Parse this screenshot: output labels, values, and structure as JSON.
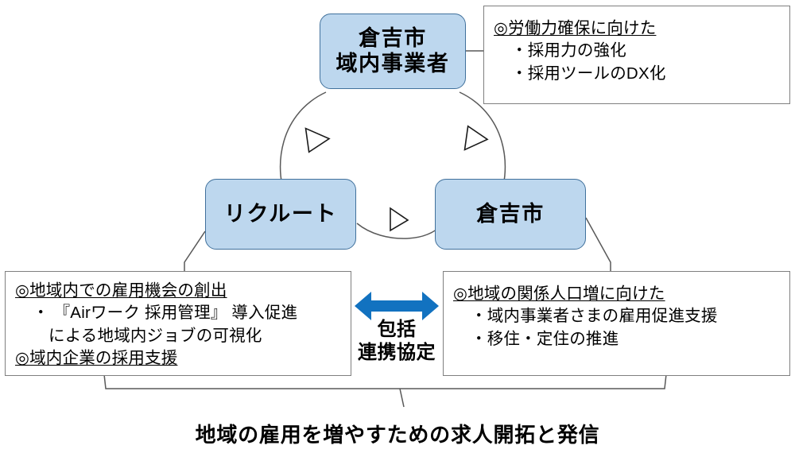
{
  "nodes": {
    "businesses": {
      "line1": "倉吉市",
      "line2": "域内事業者"
    },
    "recruit": {
      "line1": "リクルート"
    },
    "city": {
      "line1": "倉吉市"
    }
  },
  "details": {
    "top_right": {
      "heading": "◎労働力確保に向けた",
      "bullets": [
        "・採用力の強化",
        "・採用ツールのDX化"
      ]
    },
    "bottom_left": {
      "heading1": "◎地域内での雇用機会の創出",
      "bullet1_line1": "・ 『Airワーク 採用管理』 導入促進",
      "bullet1_line2": "による地域内ジョブの可視化",
      "heading2": "◎域内企業の採用支援"
    },
    "bottom_right": {
      "heading": "◎地域の関係人口増に向けた",
      "bullets": [
        "・域内事業者さまの雇用促進支援",
        "・移住・定住の推進"
      ]
    }
  },
  "agreement": {
    "line1": "包括",
    "line2": "連携協定"
  },
  "caption": "地域の雇用を増やすための求人開拓と発信",
  "colors": {
    "node_fill": "#bdd7ee",
    "node_border": "#41719c",
    "detail_border": "#7f7f7f",
    "arrow_blue": "#1272c0",
    "line_gray": "#595959",
    "text": "#000000"
  },
  "cycle": {
    "direction": "clockwise",
    "arrowheads": [
      "recruit-to-businesses",
      "businesses-to-city",
      "recruit-to-city-bottom"
    ]
  }
}
